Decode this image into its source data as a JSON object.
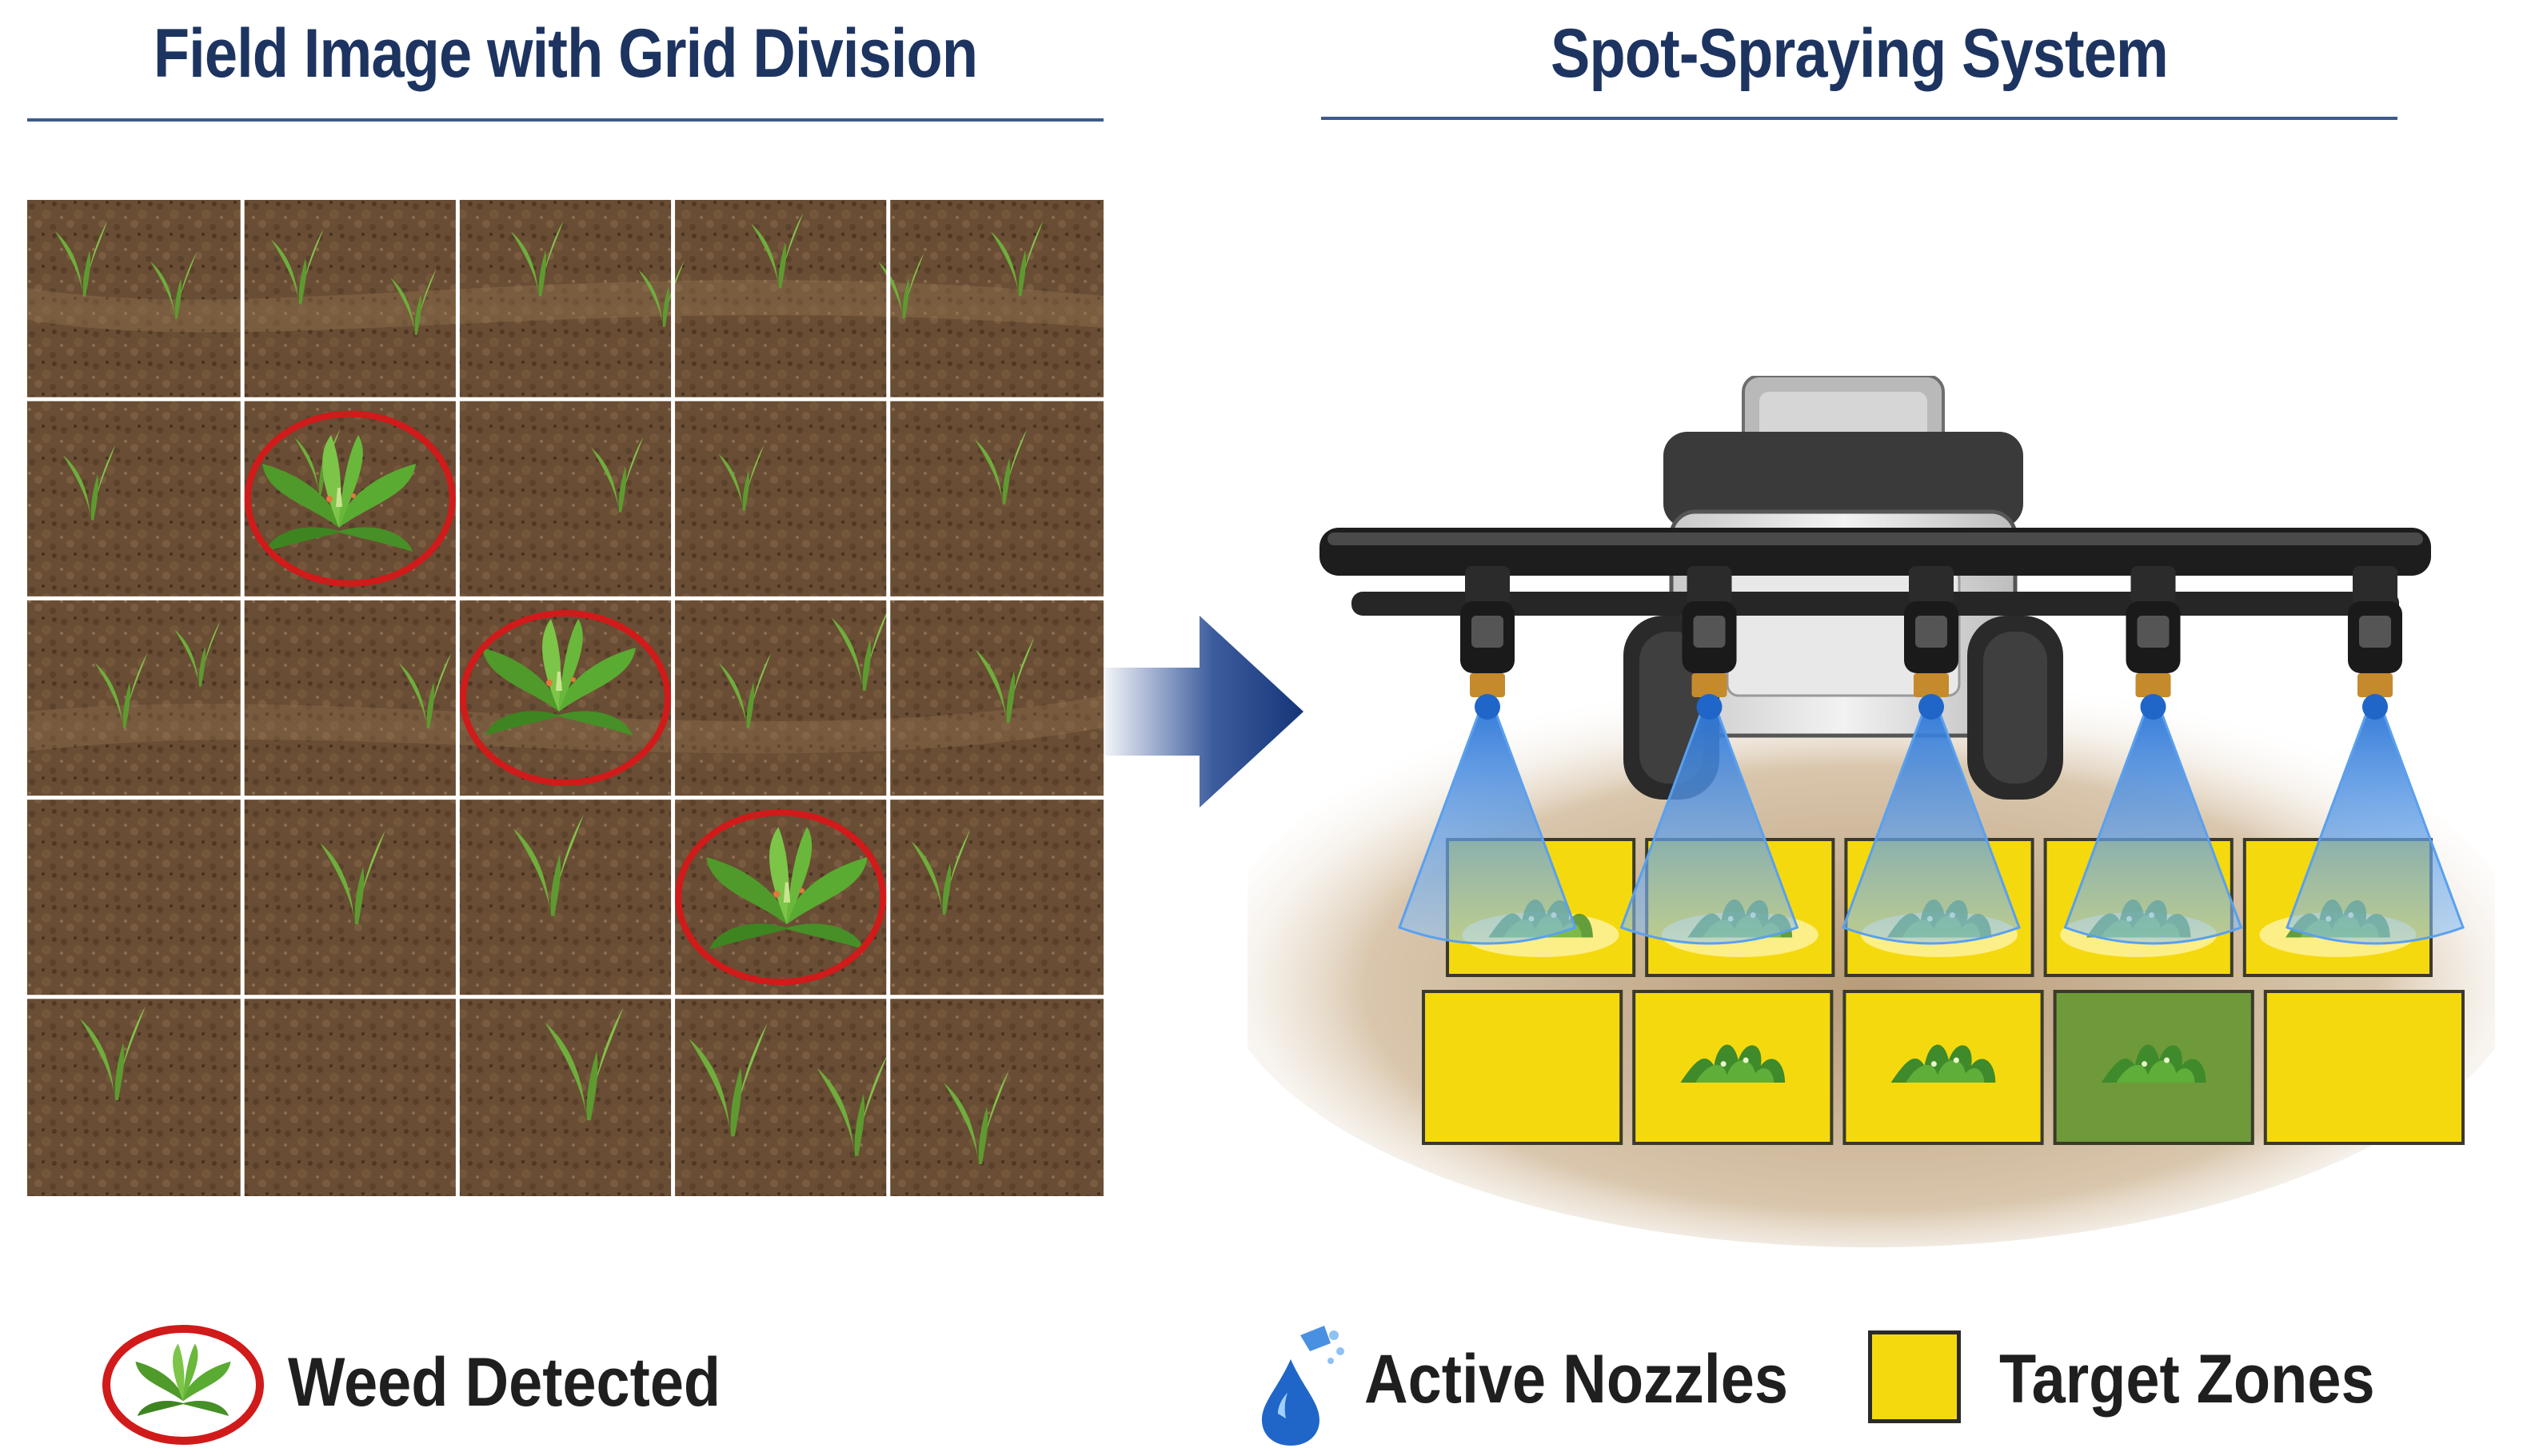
{
  "titles": {
    "left": "Field Image with Grid Division",
    "right": "Spot-Spraying System"
  },
  "grid": {
    "rows": 5,
    "cols": 5
  },
  "weed_detections": [
    {
      "row": 1,
      "col": 1
    },
    {
      "row": 2,
      "col": 2
    },
    {
      "row": 3,
      "col": 3
    }
  ],
  "sprayer": {
    "nozzle_count": 5,
    "active_nozzles": 5
  },
  "target_zones": [
    [
      "target",
      "target",
      "target",
      "target",
      "target"
    ],
    [
      "target",
      "target-weed",
      "target-weed",
      "clear-weed",
      "target"
    ]
  ],
  "legend": {
    "weed": "Weed Detected",
    "nozzles": "Active Nozzles",
    "zones": "Target Zones"
  },
  "colors": {
    "title": "#1d3461",
    "detection_ring": "#d11a1a",
    "target_zone": "#f5d90f",
    "spray": "#4a90e2",
    "grid_line": "#ffffff",
    "arrow": "#1a3f8c"
  }
}
